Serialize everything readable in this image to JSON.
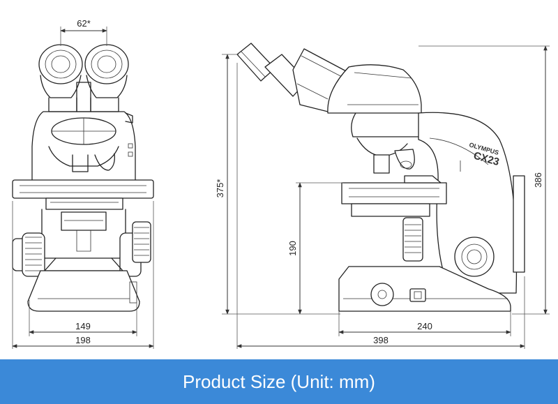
{
  "caption": "Product Size (Unit: mm)",
  "brand": {
    "maker": "OLYMPUS",
    "model": "CX23"
  },
  "dimensions": {
    "front_eyepiece_spacing": "62*",
    "front_base_width": "149",
    "front_overall_width": "198",
    "side_overall_height": "375*",
    "side_stage_height": "190",
    "side_arm_height": "386",
    "side_base_depth": "240",
    "side_overall_depth": "398"
  },
  "colors": {
    "caption_bar": "#3b89d8",
    "caption_text": "#ffffff",
    "line": "#222222"
  }
}
